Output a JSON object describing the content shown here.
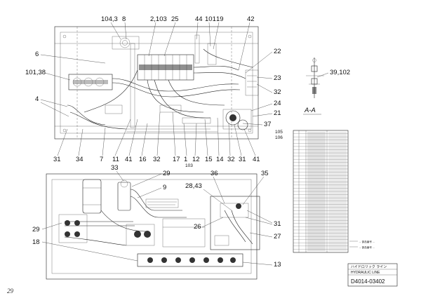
{
  "top_view_callouts": [
    "104,3",
    "8",
    "2,103",
    "25",
    "44",
    "101",
    "19",
    "42",
    "6",
    "101,38",
    "22",
    "23",
    "32",
    "4",
    "24",
    "21",
    "37",
    "105",
    "106",
    "31",
    "34",
    "7",
    "11",
    "41",
    "16",
    "32",
    "17",
    "1",
    "103",
    "12",
    "15",
    "14",
    "32",
    "31",
    "41"
  ],
  "bottom_view_callouts": [
    "33",
    "29",
    "9",
    "28,43",
    "36",
    "35",
    "26",
    "31",
    "27",
    "29",
    "18",
    "13"
  ],
  "section_view": {
    "callout": "39,102",
    "label": "A-A"
  },
  "parts_list_note": [
    "→ 部品番号 ...",
    "→ 部品番号 ..."
  ],
  "title_block": {
    "title_jp": "ハイドロリック ライン",
    "title_en": "HYDRAULIC LINE",
    "drawing_number": "D4014-03402"
  },
  "page_number": "29"
}
